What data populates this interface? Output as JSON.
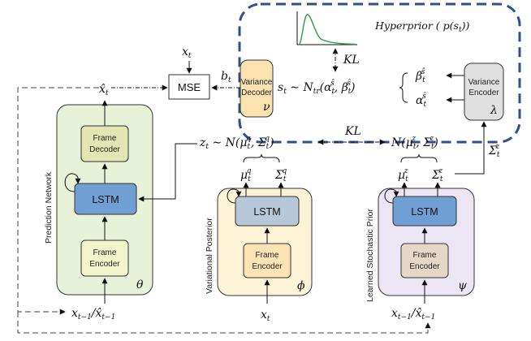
{
  "hyperprior": {
    "title": "Hyperprior ( p(s",
    "title_sub": "t",
    "title_end": "))"
  },
  "prediction_network": {
    "side_label": "Prediction Network",
    "decoder_line1": "Frame",
    "decoder_line2": "Decoder",
    "lstm": "LSTM",
    "encoder_line1": "Frame",
    "encoder_line2": "Encoder",
    "param": "θ"
  },
  "variational_posterior": {
    "side_label": "Variational Posterior",
    "lstm": "LSTM",
    "encoder_line1": "Frame",
    "encoder_line2": "Encoder",
    "param": "ϕ",
    "input": "x",
    "input_sub": "t"
  },
  "learned_prior": {
    "side_label": "Learned Stochastic Prior",
    "lstm": "LSTM",
    "encoder_line1": "Frame",
    "encoder_line2": "Encoder",
    "param": "ψ"
  },
  "variance_decoder": {
    "line1": "Variance",
    "line2": "Decoder",
    "param": "ν"
  },
  "variance_encoder": {
    "line1": "Variance",
    "line2": "Encoder",
    "param": "λ"
  },
  "mse": "MSE",
  "labels": {
    "kl_top": "KL",
    "kl_mid": "KL",
    "x_t": "x",
    "x_t_sub": "t",
    "xhat_t": "x̂",
    "xhat_t_sub": "t",
    "b_t": "b",
    "b_t_sub": "t",
    "s_t_eq": "s",
    "s_t_sub": "t",
    "ntr": " ∼ N",
    "ntr_sub": "tr",
    "ntr_args": "(α",
    "ntr_args2": ", β",
    "ntr_close": ")",
    "z_eq": "z",
    "z_sub": "t",
    "z_dist": " ∼ N(μ",
    "z_dist_sub": "t",
    "z_dist_sup": "q",
    "z_dist_mid": ", Σ",
    "z_dist_close": ")",
    "prior_dist": "N(μ",
    "prior_dist_mid": ", Σ",
    "prior_dist_close": ")",
    "prior_sup": "z",
    "mu": "μ",
    "sigma": "Σ",
    "beta": "β",
    "alpha": "α",
    "s_hat": "ŝ",
    "prev_input": "x",
    "prev_input_sub": "t−1",
    "prev_slash": "/",
    "prev_hat": "x̂",
    "prev_hat_sub": "t−1"
  },
  "colors": {
    "hyper_border": "#2f4f8f",
    "green_fill": "#e8f2d8",
    "green_stroke": "#333333",
    "yellow_fill": "#fdf3d6",
    "purple_fill": "#ece6f4",
    "lstm_blue": "#6f9fd3",
    "lstm_gray_blue": "#b7c9d9",
    "frame_green": "#f2f4cc",
    "frame_decoder": "#e3e6b3",
    "frame_yellow": "#fbe3b5",
    "frame_tan": "#e6d8c6",
    "var_decoder": "#fbe2b0",
    "var_encoder": "#e0e0e0",
    "pdf_curve": "#2e9e48"
  }
}
